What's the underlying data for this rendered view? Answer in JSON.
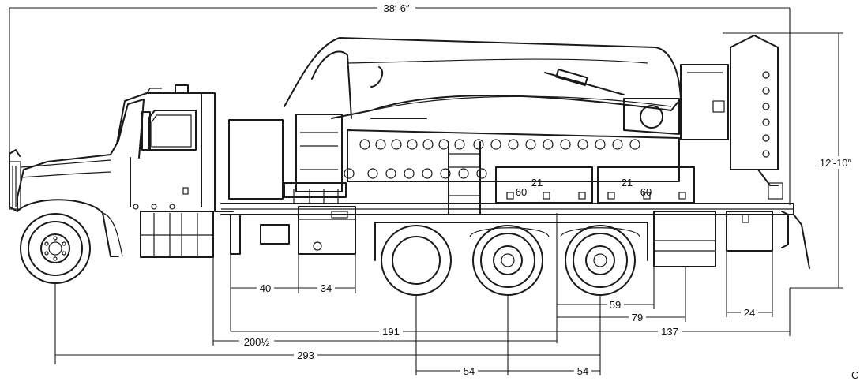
{
  "dimensions": {
    "overall_length": "38′-6″",
    "overall_height": "12′-10″",
    "d40": "40",
    "d34": "34",
    "d59": "59",
    "d79": "79",
    "d24": "24",
    "d191": "191",
    "d137": "137",
    "d200": "200½",
    "d293": "293",
    "d54a": "54",
    "d54b": "54"
  },
  "box_labels": {
    "left_box_a": "21",
    "left_box_b": "60",
    "right_box_a": "21",
    "right_box_b": "60"
  },
  "corner_mark": "C"
}
